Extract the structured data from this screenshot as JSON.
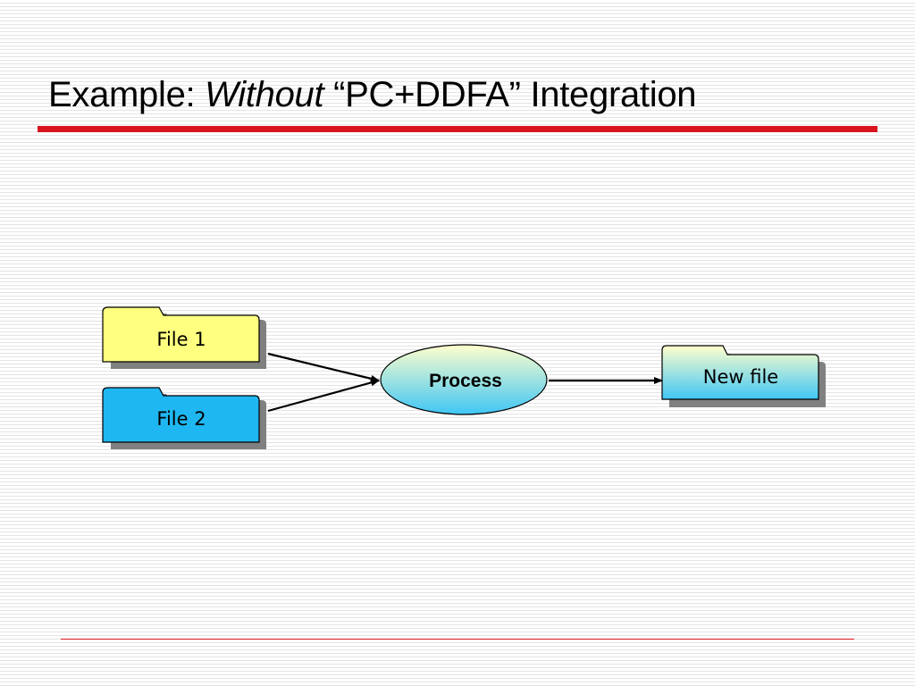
{
  "slide": {
    "title_prefix": "Example: ",
    "title_emphasis": "Without",
    "title_suffix": " “PC+DDFA” Integration"
  },
  "diagram": {
    "nodes": [
      {
        "id": "file1",
        "label": "File 1",
        "shape": "folder",
        "color": "#ffff80"
      },
      {
        "id": "file2",
        "label": "File 2",
        "shape": "folder",
        "color": "#1fb7f2"
      },
      {
        "id": "process",
        "label": "Process",
        "shape": "ellipse",
        "color_top": "#ffffcc",
        "color_bottom": "#3fc6f5"
      },
      {
        "id": "newfile",
        "label": "New file",
        "shape": "folder",
        "color_top": "#ffffcc",
        "color_bottom": "#3fc6f5"
      }
    ],
    "edges": [
      {
        "from": "file1",
        "to": "process"
      },
      {
        "from": "file2",
        "to": "process"
      },
      {
        "from": "process",
        "to": "newfile"
      }
    ]
  },
  "colors": {
    "accent_rule": "#d9141e",
    "outline": "#000000",
    "shadow": "#808080"
  }
}
